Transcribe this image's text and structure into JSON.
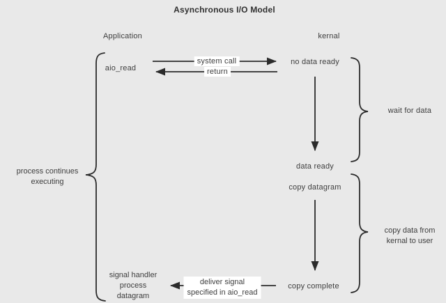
{
  "title": "Asynchronous I/O Model",
  "columns": {
    "application": "Application",
    "kernel": "kernal"
  },
  "nodes": {
    "aio_read": "aio_read",
    "no_data_ready": "no data ready",
    "data_ready": "data ready",
    "copy_datagram": "copy datagram",
    "copy_complete": "copy complete",
    "signal_handler_line1": "signal handler",
    "signal_handler_line2": "process",
    "signal_handler_line3": "datagram"
  },
  "edge_labels": {
    "system_call": "system call",
    "return_label": "return",
    "deliver_line1": "deliver signal",
    "deliver_line2": "specified in aio_read"
  },
  "brace_labels": {
    "wait_for_data": "wait for data",
    "copy_data_line1": "copy data from",
    "copy_data_line2": "kernal to user",
    "process_continues_line1": "process continues",
    "process_continues_line2": "executing"
  },
  "colors": {
    "background": "#e9e9e9",
    "line": "#2b2b2b",
    "text": "#3d3d3d",
    "label_background": "#ffffff"
  }
}
